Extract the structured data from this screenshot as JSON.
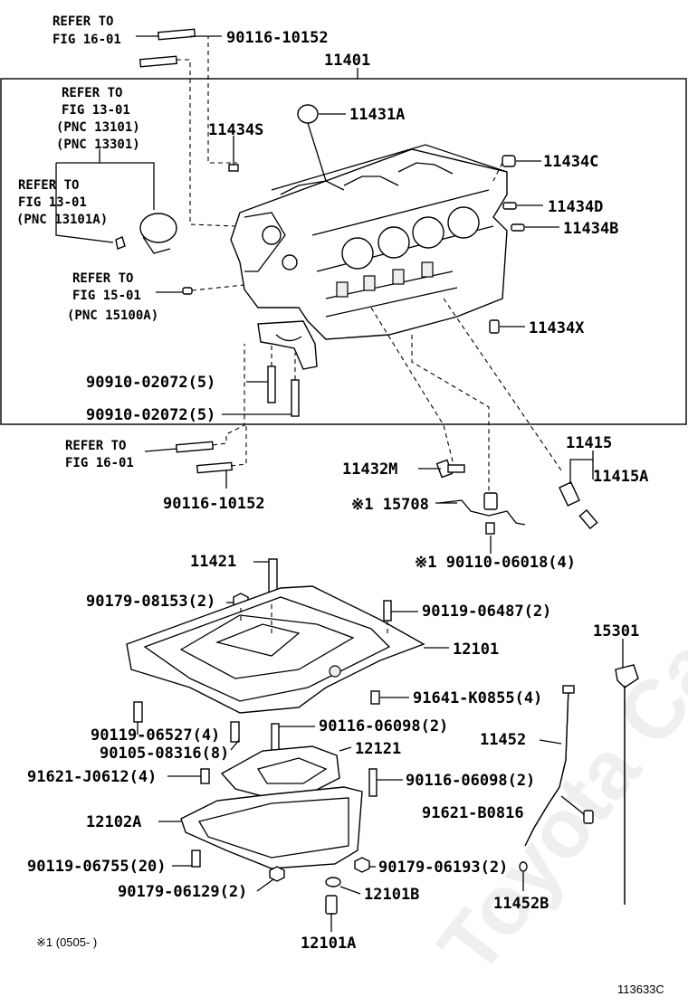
{
  "labels": {
    "refer_fig1601_top_line1": "REFER TO",
    "refer_fig1601_top_line2": "FIG 16-01",
    "p90116_10152_top": "90116-10152",
    "p11401": "11401",
    "refer_fig1301_a_line1": "REFER TO",
    "refer_fig1301_a_line2": "FIG 13-01",
    "refer_fig1301_a_line3": "(PNC 13101)",
    "refer_fig1301_a_line4": "(PNC 13301)",
    "p11434S": "11434S",
    "p11431A": "11431A",
    "p11434C": "11434C",
    "refer_fig1301_b_line1": "REFER TO",
    "refer_fig1301_b_line2": "FIG 13-01",
    "refer_fig1301_b_line3": "(PNC 13101A)",
    "p11434D": "11434D",
    "p11434B": "11434B",
    "refer_fig1501_line1": "REFER TO",
    "refer_fig1501_line2": "FIG 15-01",
    "refer_fig1501_line3": "(PNC 15100A)",
    "p11434X": "11434X",
    "p90910_02072_a": "90910-02072(5)",
    "p90910_02072_b": "90910-02072(5)",
    "refer_fig1601_bot_line1": "REFER TO",
    "refer_fig1601_bot_line2": "FIG 16-01",
    "p11415": "11415",
    "p11432M": "11432M",
    "p11415A": "11415A",
    "p15708": "※1 15708",
    "p90116_10152_bot": "90116-10152",
    "p11421": "11421",
    "p90110_06018": "※1 90110-06018(4)",
    "p90179_08153": "90179-08153(2)",
    "p90119_06487": "90119-06487(2)",
    "p12101": "12101",
    "p15301": "15301",
    "p91641_K0855": "91641-K0855(4)",
    "p90119_06527": "90119-06527(4)",
    "p90116_06098_a": "90116-06098(2)",
    "p90105_08316": "90105-08316(8)",
    "p12121": "12121",
    "p11452": "11452",
    "p91621_J0612": "91621-J0612(4)",
    "p90116_06098_b": "90116-06098(2)",
    "p91621_B0816": "91621-B0816",
    "p12102A": "12102A",
    "p90119_06755": "90119-06755(20)",
    "p90179_06193": "90179-06193(2)",
    "p90179_06129": "90179-06129(2)",
    "p12101B": "12101B",
    "p11452B": "11452B",
    "p12101A": "12101A"
  },
  "footnote": "※1 (0505-     )",
  "figure_code": "113633C",
  "watermark": "Toyota CarMiner.ru"
}
